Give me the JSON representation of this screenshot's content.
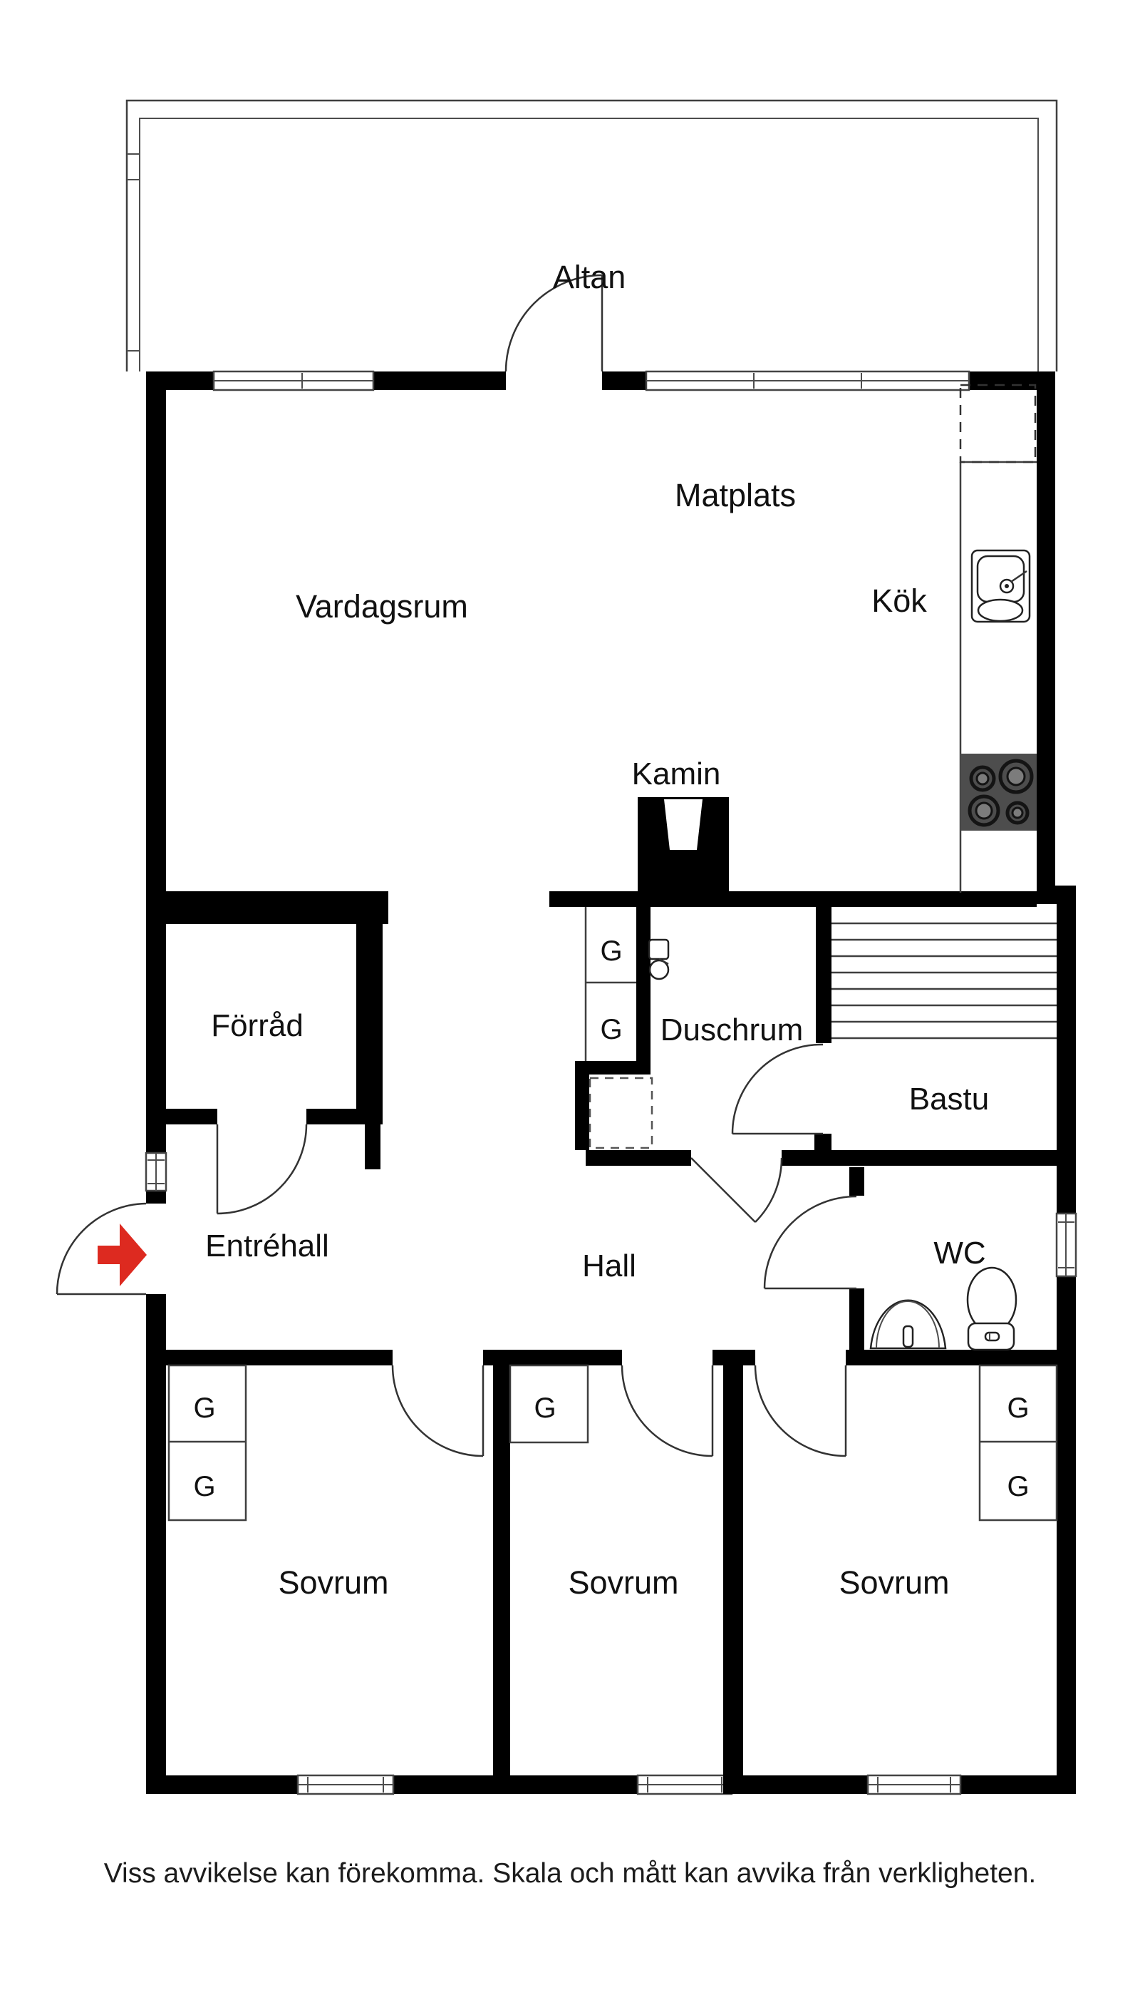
{
  "title": "Floor plan",
  "colors": {
    "background": "#ffffff",
    "wall": "#000000",
    "outline_gray": "#4a4a4a",
    "entry_arrow_red": "#dd2a20",
    "stove_gray": "#4d4d4d"
  },
  "rooms": {
    "altan": "Altan",
    "matplats": "Matplats",
    "vardagsrum": "Vardagsrum",
    "kok": "Kök",
    "kamin": "Kamin",
    "forrad": "Förråd",
    "duschrum": "Duschrum",
    "bastu": "Bastu",
    "entrehall": "Entréhall",
    "hall": "Hall",
    "wc": "WC",
    "sovrum_left": "Sovrum",
    "sovrum_middle": "Sovrum",
    "sovrum_right": "Sovrum"
  },
  "wardrobe_label": "G",
  "icons": {
    "entry_arrow": "entry-direction-arrow",
    "kitchen_sink": "kitchen-sink-icon",
    "stove": "stove-burners-icon",
    "shower_basin": "washbasin-icon",
    "wc_sink": "washbasin-icon",
    "toilet": "toilet-icon",
    "sauna_bench": "sauna-bench-slats",
    "shower_area": "shower-dashed-square",
    "fridge_space": "appliance-dashed-square",
    "fireplace": "fireplace-icon"
  },
  "disclaimer": "Viss avvikelse kan förekomma. Skala och mått kan avvika från verkligheten."
}
